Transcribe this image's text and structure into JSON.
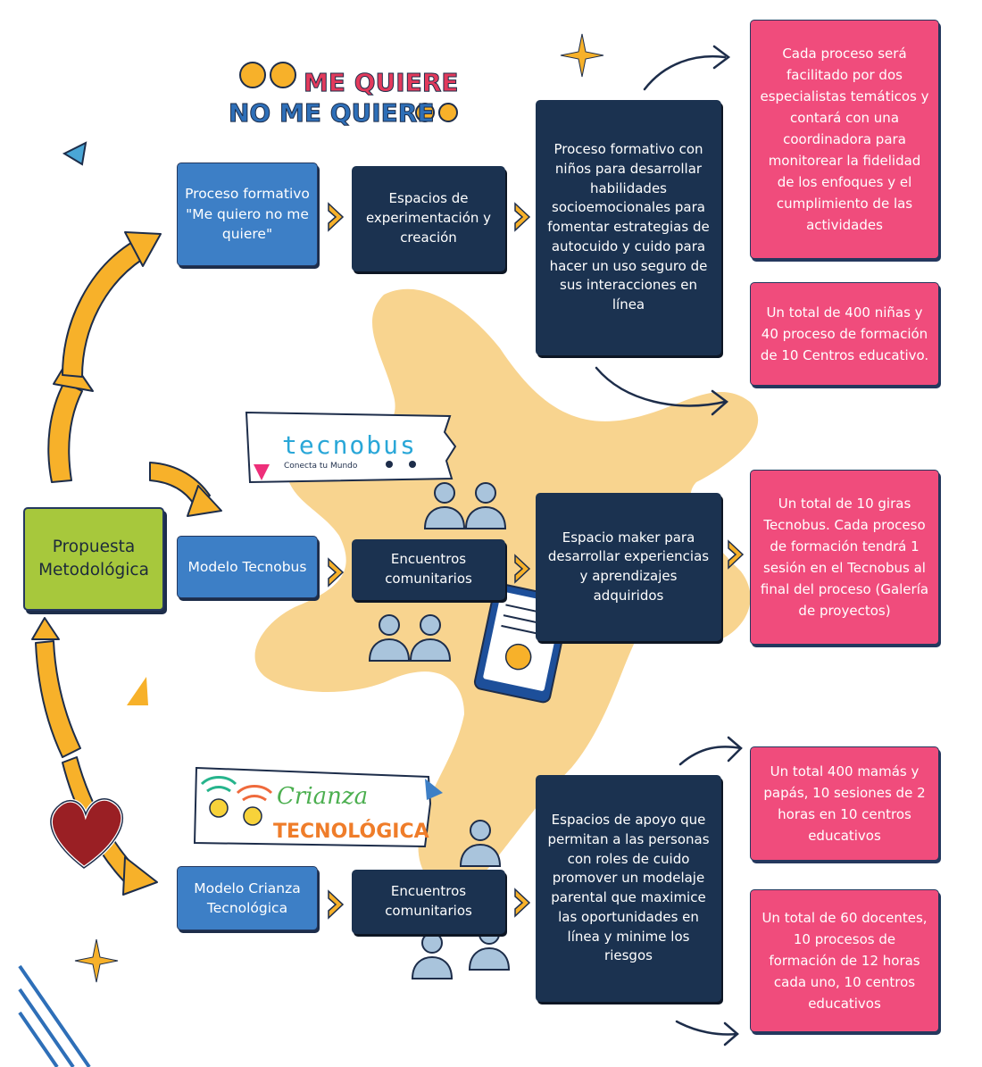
{
  "central": {
    "label": "Propuesta Metodológica"
  },
  "row1": {
    "model": "Proceso formativo \"Me quiero no me quiere\"",
    "space": "Espacios de experimentación y creación",
    "detail": "Proceso formativo con niños para desarrollar habilidades socioemocionales para fomentar estrategias de autocuido y cuido para hacer un uso seguro de sus interacciones en línea",
    "note1": "Cada proceso será facilitado por dos especialistas temáticos y contará con una coordinadora para monitorear la fidelidad de los enfoques y el cumplimiento de las actividades",
    "note2": "Un total de 400 niñas y 40 proceso de formación de 10 Centros educativo."
  },
  "row2": {
    "model": "Modelo Tecnobus",
    "space": "Encuentros comunitarios",
    "detail": "Espacio maker para desarrollar experiencias y aprendizajes adquiridos",
    "note1": "Un total de 10 giras Tecnobus. Cada proceso de formación tendrá 1 sesión en el Tecnobus al final del proceso (Galería de proyectos)"
  },
  "row3": {
    "model": "Modelo Crianza Tecnológica",
    "space": "Encuentros comunitarios",
    "detail": "Espacios de apoyo que permitan a las personas con roles de cuido promover un modelaje parental que maximice las oportunidades en línea y minime los riesgos",
    "note1": "Un total 400 mamás y papás, 10 sesiones de 2 horas en 10 centros educativos",
    "note2": "Un total de 60 docentes, 10 procesos de formación de 12 horas cada uno, 10 centros educativos"
  },
  "logos": {
    "mequiere_line1": "ME QUIERE",
    "mequiere_line2": "NO ME QUIERE",
    "tecnobus_name": "tecnobus",
    "tecnobus_tagline": "Conecta tu Mundo",
    "crianza_line1": "Crianza",
    "crianza_line2": "TECNOLÓGICA"
  },
  "colors": {
    "light_blue": "#3d7fc6",
    "dark_navy": "#1b3250",
    "pink": "#f04c7c",
    "green": "#a7c83c",
    "yellow_arrow": "#f7b12a",
    "splash": "#f8d48f"
  }
}
